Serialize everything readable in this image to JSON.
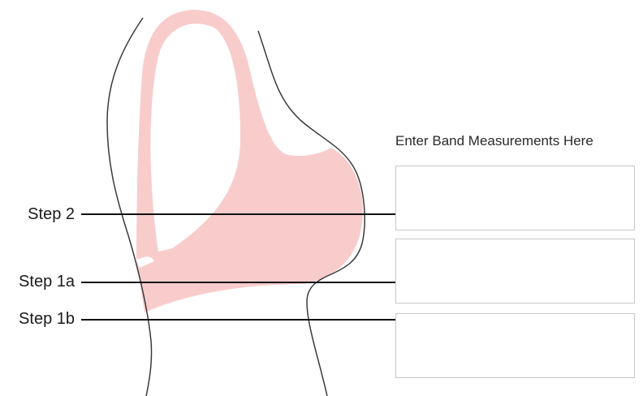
{
  "labels": {
    "step2": "Step 2",
    "step1a": "Step 1a",
    "step1b": "Step 1b"
  },
  "entry": {
    "heading": "Enter Band Measurements Here",
    "step2_value": "",
    "step1a_value": "",
    "step1b_value": ""
  },
  "colors": {
    "garment_fill": "#f9cccc",
    "body_outline": "#3a3a3a",
    "leader_line": "#111111",
    "input_border": "#c8c8c8"
  }
}
